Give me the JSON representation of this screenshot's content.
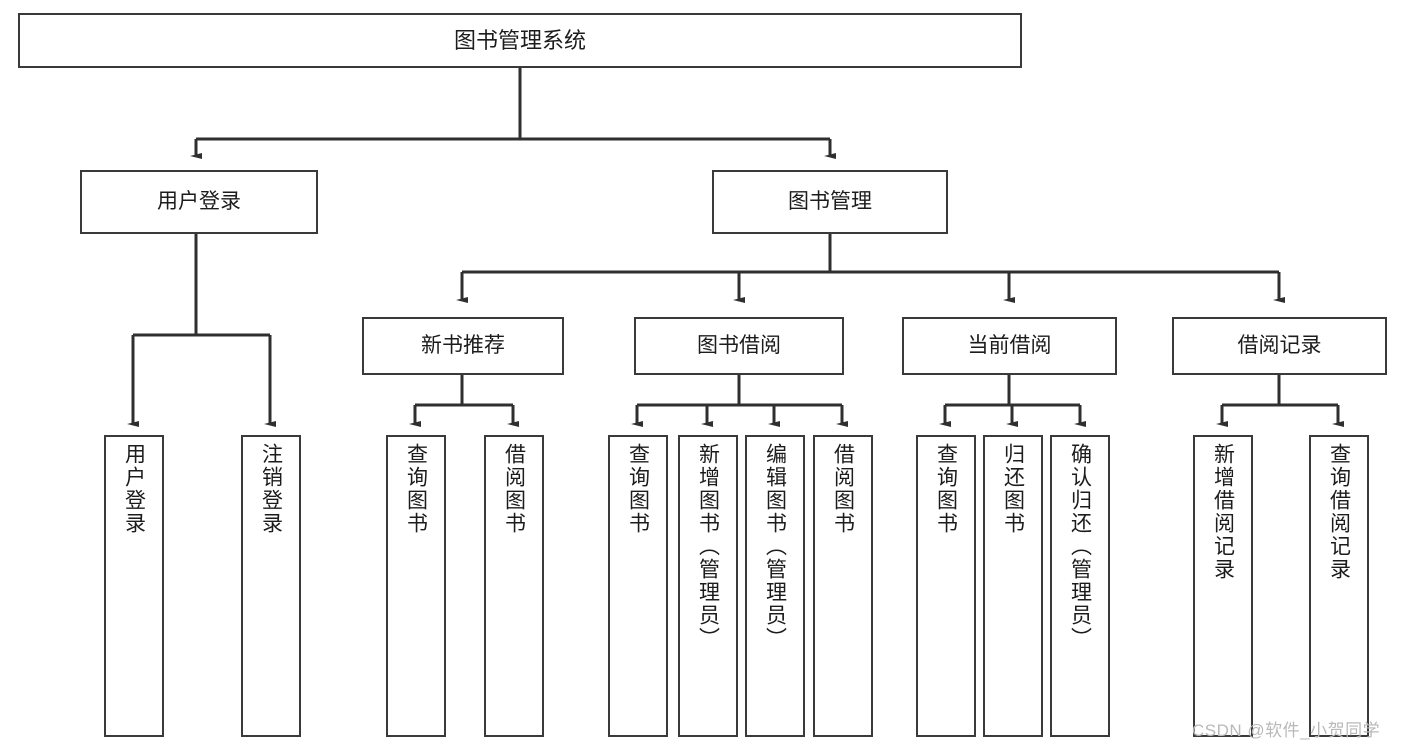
{
  "diagram": {
    "title": "图书管理系统",
    "type": "tree",
    "colors": {
      "box_border": "#3a3a3a",
      "box_fill": "#ffffff",
      "connector": "#2f2f2f",
      "text": "#1c1c1c",
      "watermark": "#b9b9b9",
      "background": "#ffffff"
    },
    "root": {
      "label": "图书管理系统"
    },
    "level2": [
      {
        "label": "用户登录"
      },
      {
        "label": "图书管理"
      }
    ],
    "level3": [
      {
        "label": "新书推荐"
      },
      {
        "label": "图书借阅"
      },
      {
        "label": "当前借阅"
      },
      {
        "label": "借阅记录"
      }
    ],
    "leaves": {
      "user_login": [
        {
          "label": "用户登录"
        },
        {
          "label": "注销登录"
        }
      ],
      "new_book_recommend": [
        {
          "label": "查询图书"
        },
        {
          "label": "借阅图书"
        }
      ],
      "book_borrow": [
        {
          "label": "查询图书"
        },
        {
          "label": "新增图书（管理员）"
        },
        {
          "label": "编辑图书（管理员）"
        },
        {
          "label": "借阅图书"
        }
      ],
      "current_borrow": [
        {
          "label": "查询图书"
        },
        {
          "label": "归还图书"
        },
        {
          "label": "确认归还（管理员）"
        }
      ],
      "borrow_record": [
        {
          "label": "新增借阅记录"
        },
        {
          "label": "查询借阅记录"
        }
      ]
    }
  },
  "watermark": {
    "text": "CSDN @软件_小贺同学"
  }
}
